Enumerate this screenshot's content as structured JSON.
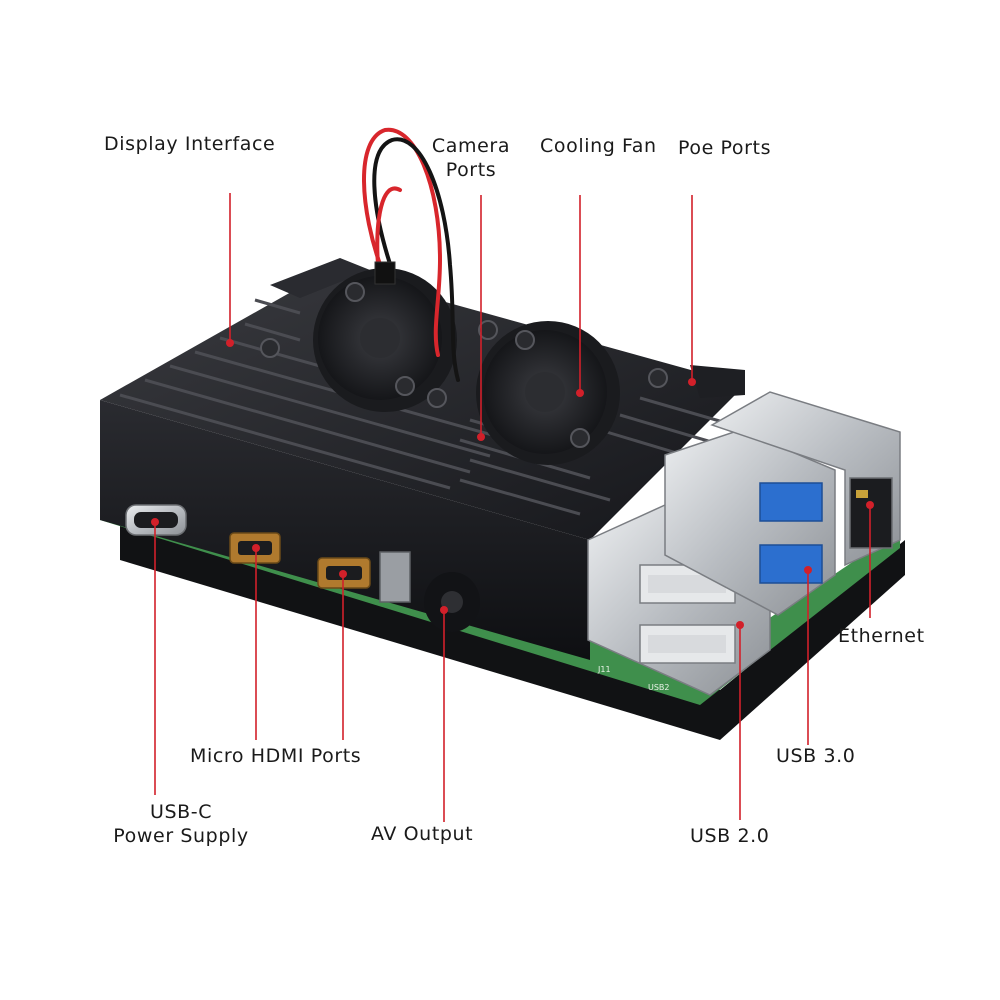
{
  "labels": {
    "display_interface": "Display Interface",
    "camera_ports_line1": "Camera",
    "camera_ports_line2": "Ports",
    "cooling_fan": "Cooling Fan",
    "poe_ports": "Poe Ports",
    "ethernet": "Ethernet",
    "usb3": "USB 3.0",
    "usb2": "USB 2.0",
    "micro_hdmi": "Micro HDMI Ports",
    "usbc_line1": "USB-C",
    "usbc_line2": "Power Supply",
    "av_output": "AV Output"
  },
  "board_silkscreen": {
    "j11": "J11",
    "usb2": "USB2"
  },
  "colors": {
    "leader_line": "#d2202a",
    "case": "#1b1c1f",
    "pcb": "#3f8f4c",
    "metal": "#c9ccd0",
    "usb3_blue": "#2c6fcf",
    "fan_wire_red": "#d8262c",
    "fan_wire_black": "#141414"
  }
}
